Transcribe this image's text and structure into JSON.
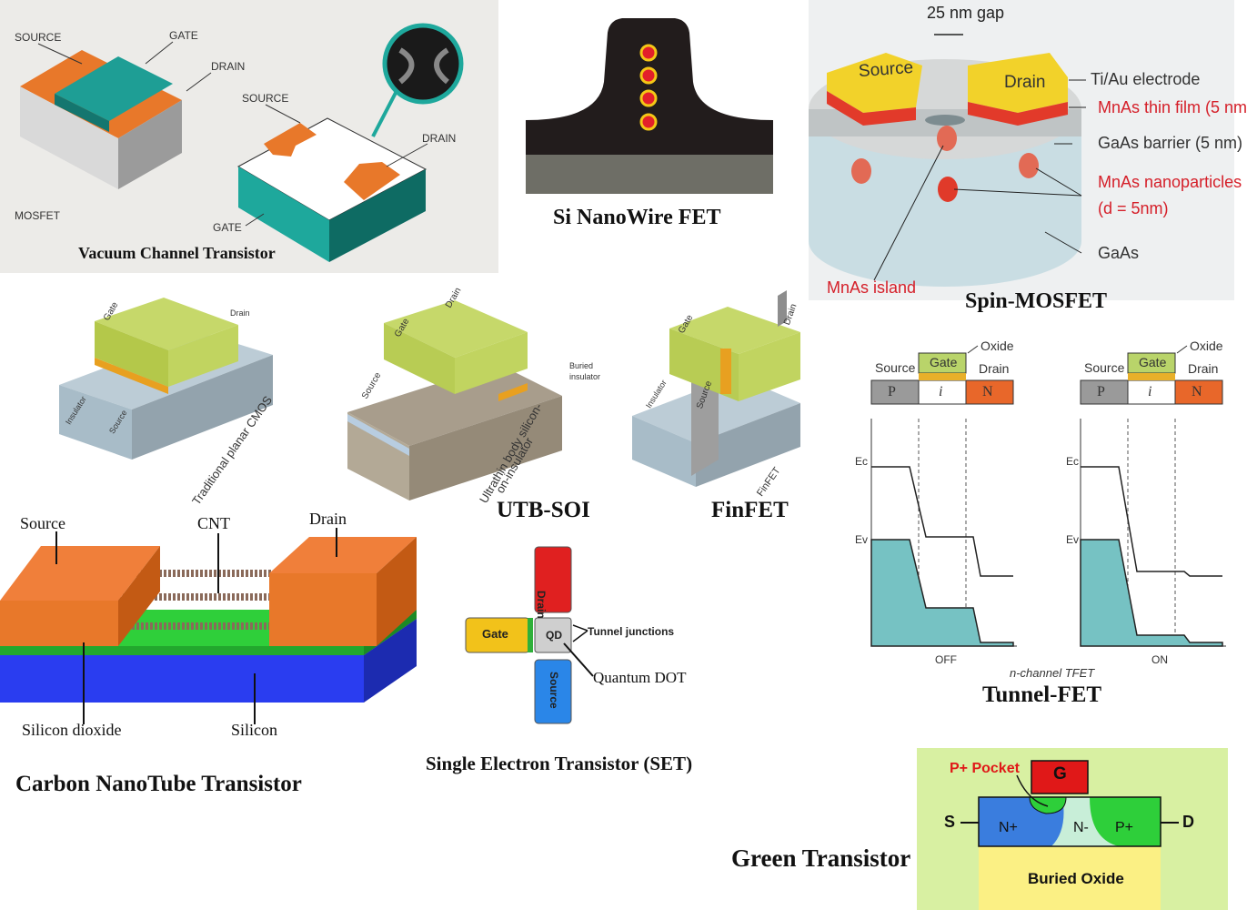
{
  "vacuum": {
    "caption": "Vacuum Channel Transistor",
    "mosfet": {
      "source": "SOURCE",
      "gate": "GATE",
      "drain": "DRAIN",
      "name": "MOSFET"
    },
    "vacuum": {
      "source": "SOURCE",
      "drain": "DRAIN",
      "gate": "GATE"
    }
  },
  "nanowire": {
    "caption": "Si NanoWire FET"
  },
  "spin": {
    "caption": "Spin-MOSFET",
    "gap": "25 nm gap",
    "source": "Source",
    "drain": "Drain",
    "ti_au": "Ti/Au electrode",
    "mnas_film": "MnAs thin film (5 nm",
    "gaas_barrier": "GaAs barrier (5 nm)",
    "nanoparticles": "MnAs nanoparticles",
    "d": "(d = 5nm)",
    "gaas": "GaAs",
    "island": "MnAs island"
  },
  "cmos": {
    "planar": {
      "gate": "Gate",
      "drain": "Drain",
      "insulator": "Insulator",
      "source": "Source",
      "caption": "Traditional planar CMOS"
    },
    "utb": {
      "gate": "Gate",
      "drain": "Drain",
      "source": "Source",
      "buried": "Buried",
      "insulator": "insulator",
      "caption1": "Ultrathin body silicon-",
      "caption2": "on-insulator",
      "title": "UTB-SOI"
    },
    "fin": {
      "gate": "Gate",
      "drain": "Drain",
      "source": "Source",
      "insulator": "Insulator",
      "caption": "FinFET",
      "title": "FinFET"
    }
  },
  "tfet": {
    "caption": "Tunnel-FET",
    "subtitle": "n-channel TFET",
    "oxide": "Oxide",
    "source": "Source",
    "gate": "Gate",
    "drain": "Drain",
    "p": "P",
    "i": "i",
    "n": "N",
    "ec": "Ec",
    "ev": "Ev",
    "off": "OFF",
    "on": "ON"
  },
  "cnt": {
    "caption": "Carbon NanoTube Transistor",
    "source": "Source",
    "cnt": "CNT",
    "drain": "Drain",
    "sio2": "Silicon dioxide",
    "si": "Silicon"
  },
  "set": {
    "caption": "Single Electron Transistor (SET)",
    "drain": "Drain",
    "gate": "Gate",
    "qd": "QD",
    "source": "Source",
    "tunnel": "Tunnel junctions",
    "dot": "Quantum DOT"
  },
  "green": {
    "caption": "Green Transistor",
    "pocket": "P+ Pocket",
    "g": "G",
    "s": "S",
    "d": "D",
    "nplus": "N+",
    "nminus": "N-",
    "pplus": "P+",
    "oxide": "Buried Oxide"
  },
  "colors": {
    "orange": "#e8782a",
    "teal": "#1e9e95",
    "red": "#e02020",
    "yellow": "#f2d22a",
    "green": "#2fcf3a",
    "blue": "#2a3df0"
  }
}
